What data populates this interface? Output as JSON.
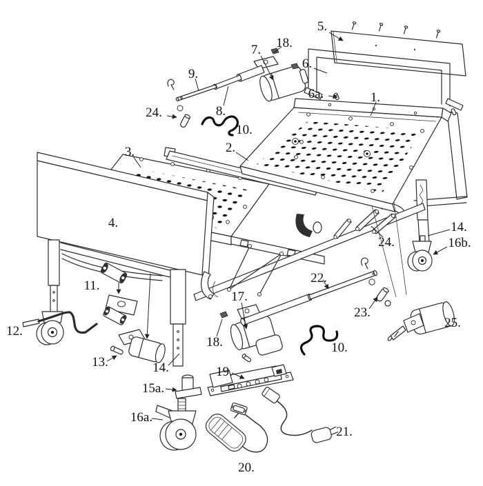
{
  "diagram": {
    "type": "exploded-parts-diagram",
    "subject": "adjustable hospital bed frame",
    "background_color": "#ffffff",
    "line_color": "#2b2b2b",
    "label_color": "#111111",
    "labels": [
      {
        "part": "5",
        "text": "5."
      },
      {
        "part": "6",
        "text": "6."
      },
      {
        "part": "6a",
        "text": "6a."
      },
      {
        "part": "7",
        "text": "7."
      },
      {
        "part": "18-top",
        "text": "18."
      },
      {
        "part": "9",
        "text": "9."
      },
      {
        "part": "8",
        "text": "8."
      },
      {
        "part": "24-top",
        "text": "24."
      },
      {
        "part": "10-top",
        "text": "10."
      },
      {
        "part": "1",
        "text": "1."
      },
      {
        "part": "2",
        "text": "2."
      },
      {
        "part": "3",
        "text": "3."
      },
      {
        "part": "4",
        "text": "4."
      },
      {
        "part": "14-right",
        "text": "14."
      },
      {
        "part": "16b",
        "text": "16b."
      },
      {
        "part": "24-right",
        "text": "24."
      },
      {
        "part": "11",
        "text": "11."
      },
      {
        "part": "12",
        "text": "12."
      },
      {
        "part": "13",
        "text": "13."
      },
      {
        "part": "14-left",
        "text": "14."
      },
      {
        "part": "15a",
        "text": "15a."
      },
      {
        "part": "16a",
        "text": "16a."
      },
      {
        "part": "17",
        "text": "17."
      },
      {
        "part": "18-bottom",
        "text": "18."
      },
      {
        "part": "19",
        "text": "19."
      },
      {
        "part": "20",
        "text": "20."
      },
      {
        "part": "21",
        "text": "21."
      },
      {
        "part": "22",
        "text": "22."
      },
      {
        "part": "23",
        "text": "23."
      },
      {
        "part": "25",
        "text": "25."
      },
      {
        "part": "10-bottom",
        "text": "10."
      }
    ]
  }
}
